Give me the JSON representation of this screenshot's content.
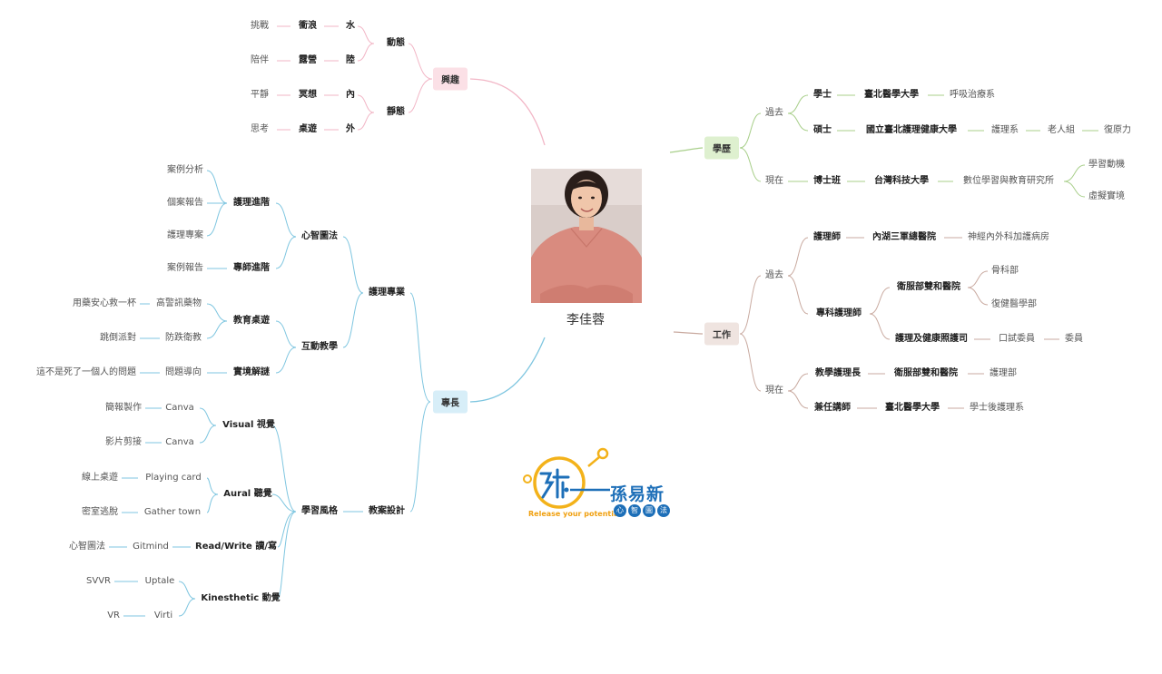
{
  "center": {
    "name": "李佳蓉"
  },
  "branches": {
    "interest": {
      "label": "興趣",
      "color": "#f2b6c6",
      "bg": "#fbe0e6",
      "dynamic": "動態",
      "static": "靜態",
      "rows": [
        {
          "a": "挑戰",
          "b": "衝浪",
          "c": "水"
        },
        {
          "a": "陪伴",
          "b": "露營",
          "c": "陸"
        },
        {
          "a": "平靜",
          "b": "冥想",
          "c": "內"
        },
        {
          "a": "思考",
          "b": "桌遊",
          "c": "外"
        }
      ]
    },
    "education": {
      "label": "學歷",
      "color": "#a8cf8a",
      "bg": "#def0cf",
      "past": "過去",
      "now": "現在",
      "bachelor": {
        "deg": "學士",
        "school": "臺北醫學大學",
        "dept": "呼吸治療系"
      },
      "master": {
        "deg": "碩士",
        "school": "國立臺北護理健康大學",
        "dept": "護理系",
        "field": "老人組",
        "topic": "復原力"
      },
      "phd": {
        "deg": "博士班",
        "school": "台灣科技大學",
        "dept": "數位學習與教育研究所",
        "t1": "學習動機",
        "t2": "虛擬實境"
      }
    },
    "work": {
      "label": "工作",
      "color": "#c9aaa0",
      "bg": "#efe4e0",
      "past": "過去",
      "now": "現在",
      "nurse": {
        "role": "護理師",
        "org": "內湖三軍總醫院",
        "unit": "神經內外科加護病房"
      },
      "np": {
        "role": "專科護理師",
        "org1": "衛服部雙和醫院",
        "u1": "骨科部",
        "u2": "復健醫學部",
        "org2": "護理及健康照護司",
        "u3": "口試委員",
        "u4": "委員"
      },
      "edu_head": {
        "role": "教學護理長",
        "org": "衛服部雙和醫院",
        "unit": "護理部"
      },
      "lecturer": {
        "role": "兼任講師",
        "org": "臺北醫學大學",
        "unit": "學士後護理系"
      }
    },
    "expertise": {
      "label": "專長",
      "color": "#7fc6e0",
      "bg": "#d7eef8",
      "nursing": "護理專業",
      "mindmap": "心智圖法",
      "advance": "護理進階",
      "adv_items": [
        "案例分析",
        "個案報告",
        "護理專案"
      ],
      "np_adv": "專師進階",
      "np_item": "案例報告",
      "interactive": "互動教學",
      "edu_game": "教育桌遊",
      "g1a": "用藥安心救一杯",
      "g1b": "高警訊藥物",
      "g2a": "跳倒派對",
      "g2b": "防跌衛教",
      "escape": "實境解謎",
      "e1a": "這不是死了一個人的問題",
      "e1b": "問題導向",
      "design": "教案設計",
      "style": "學習風格",
      "visual": "Visual 視覺",
      "v1a": "簡報製作",
      "v1b": "Canva",
      "v2a": "影片剪接",
      "v2b": "Canva",
      "aural": "Aural 聽覺",
      "a1a": "線上桌遊",
      "a1b": "Playing card",
      "a2a": "密室逃脫",
      "a2b": "Gather town",
      "rw": "Read/Write 讀/寫",
      "r1a": "心智圖法",
      "r1b": "Gitmind",
      "kin": "Kinesthetic 動覺",
      "k1a": "SVVR",
      "k1b": "Uptale",
      "k2a": "VR",
      "k2b": "Virti"
    }
  },
  "logo": {
    "name": "孫易新",
    "slogan": "Release your potential",
    "sub": [
      "心",
      "智",
      "圖",
      "法"
    ]
  }
}
